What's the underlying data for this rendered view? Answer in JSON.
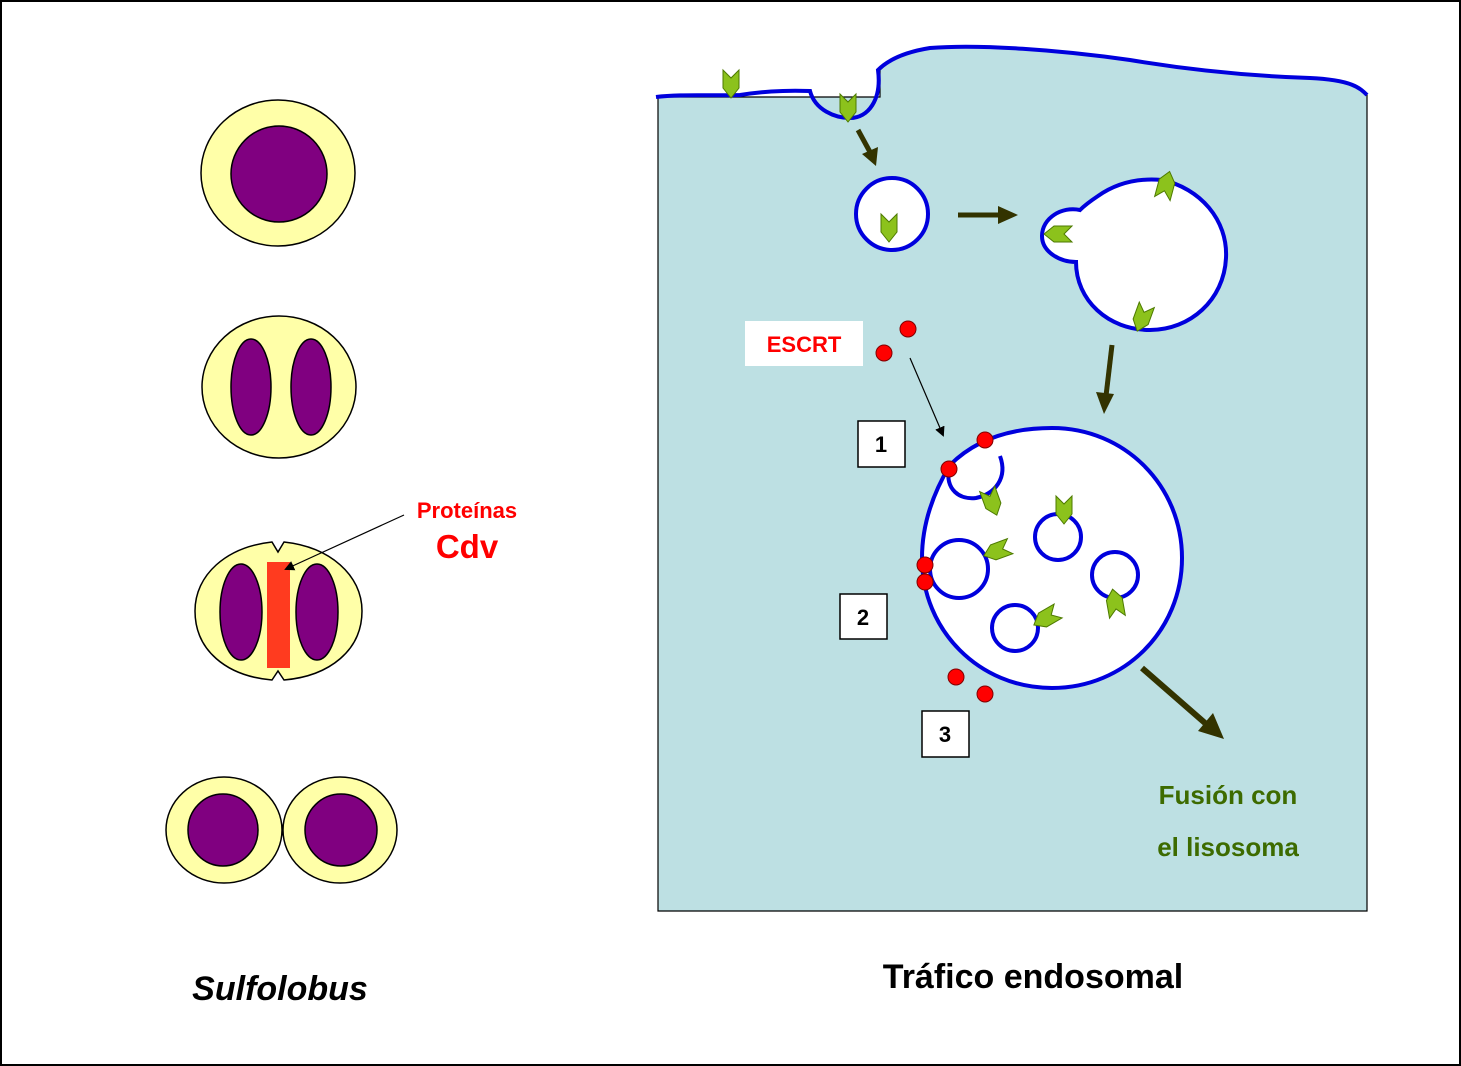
{
  "colors": {
    "cell_fill": "#ffffa8",
    "nucleoid": "#800080",
    "cdv_ring": "#ff3b1f",
    "cytoplasm": "#bde0e3",
    "membrane": "#0000dd",
    "cargo": "#8cc21c",
    "escrt": "#ff0000",
    "arrow_dark": "#333300",
    "fusion_text": "#3d6b00"
  },
  "left_panel": {
    "annotation_line1": "Proteínas",
    "annotation_line2": "Cdv",
    "caption": "Sulfolobus"
  },
  "right_panel": {
    "escrt_label": "ESCRT",
    "steps": [
      "1",
      "2",
      "3"
    ],
    "fusion_line1": "Fusión con",
    "fusion_line2": "el lisosoma",
    "caption": "Tráfico endosomal"
  }
}
